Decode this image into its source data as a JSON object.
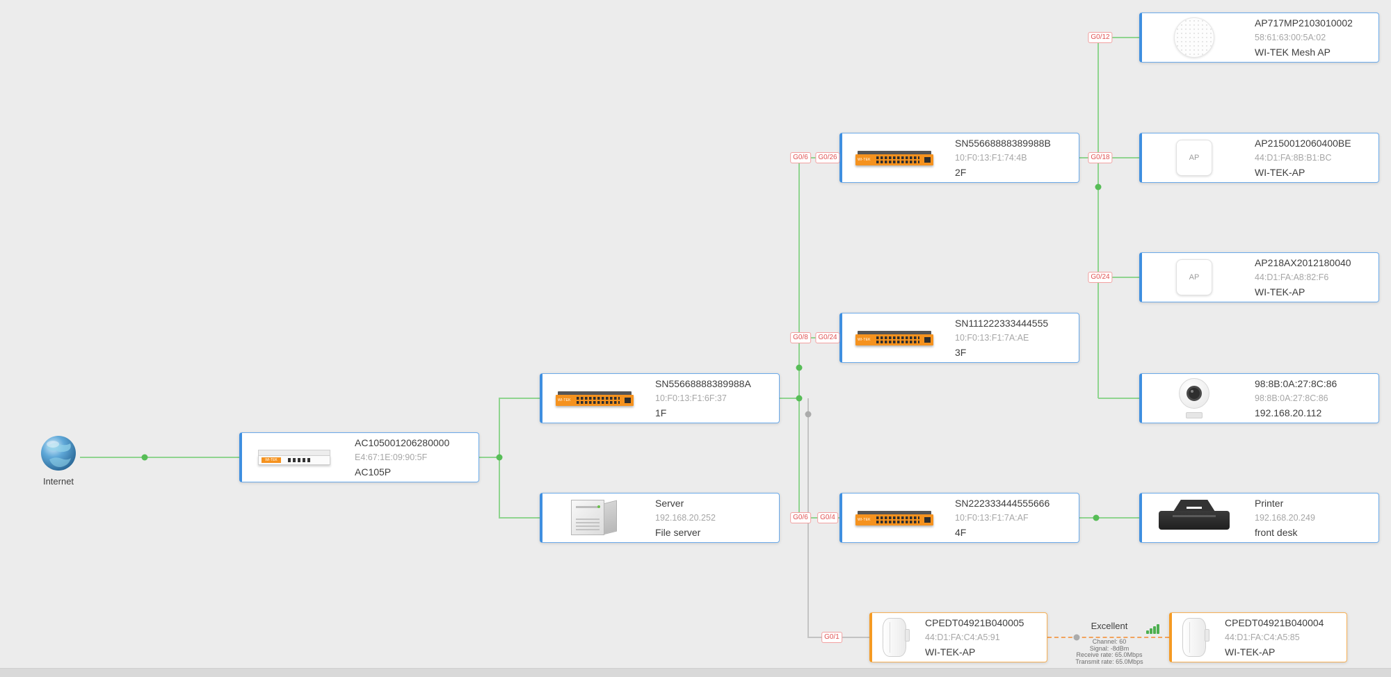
{
  "internet": {
    "label": "Internet"
  },
  "nodes": {
    "ac": {
      "title": "AC105001206280000",
      "sub": "E4:67:1E:09:90:5F",
      "label": "AC105P"
    },
    "sw1f": {
      "title": "SN55668888389988A",
      "sub": "10:F0:13:F1:6F:37",
      "label": "1F"
    },
    "server": {
      "title": "Server",
      "sub": "192.168.20.252",
      "label": "File server"
    },
    "sw2f": {
      "title": "SN55668888389988B",
      "sub": "10:F0:13:F1:74:4B",
      "label": "2F"
    },
    "sw3f": {
      "title": "SN111222333444555",
      "sub": "10:F0:13:F1:7A:AE",
      "label": "3F"
    },
    "sw4f": {
      "title": "SN222333444555666",
      "sub": "10:F0:13:F1:7A:AF",
      "label": "4F"
    },
    "mesh": {
      "title": "AP717MP2103010002",
      "sub": "58:61:63:00:5A:02",
      "label": "WI-TEK Mesh AP"
    },
    "ap2150": {
      "title": "AP2150012060400BE",
      "sub": "44:D1:FA:8B:B1:BC",
      "label": "WI-TEK-AP"
    },
    "ap218": {
      "title": "AP218AX2012180040",
      "sub": "44:D1:FA:A8:82:F6",
      "label": "WI-TEK-AP"
    },
    "camera": {
      "title": "98:8B:0A:27:8C:86",
      "sub": "98:8B:0A:27:8C:86",
      "label": "192.168.20.112"
    },
    "printer": {
      "title": "Printer",
      "sub": "192.168.20.249",
      "label": "front desk"
    },
    "cpe5": {
      "title": "CPEDT04921B040005",
      "sub": "44:D1:FA:C4:A5:91",
      "label": "WI-TEK-AP"
    },
    "cpe4": {
      "title": "CPEDT04921B040004",
      "sub": "44:D1:FA:C4:A5:85",
      "label": "WI-TEK-AP"
    }
  },
  "ports": {
    "mesh_ap": "G0/12",
    "sw2f_uplink": "G0/6",
    "sw2f_port": "G0/26",
    "ap2150": "G0/18",
    "ap218": "G0/24",
    "sw3f_uplink": "G0/8",
    "sw3f_port": "G0/24",
    "sw4f_uplink": "G0/6",
    "sw4f_port": "G0/4",
    "cpe": "G0/1"
  },
  "wireless_link": {
    "quality": "Excellent",
    "details": [
      "Channel: 60",
      "Signal: -8dBm",
      "Receive rate: 65.0Mbps",
      "Transmit rate: 65.0Mbps"
    ]
  },
  "icons": {
    "ap_label": "AP",
    "brand": "WI-TEK"
  },
  "colors": {
    "accent_blue": "#3f8fe0",
    "accent_orange": "#f59a23",
    "link_green": "#8fd48f",
    "link_gray": "#c3c3c3",
    "wireless_orange": "#f2a35c",
    "port_red": "#e05252",
    "signal_green": "#4caf50",
    "background": "#ececec"
  }
}
